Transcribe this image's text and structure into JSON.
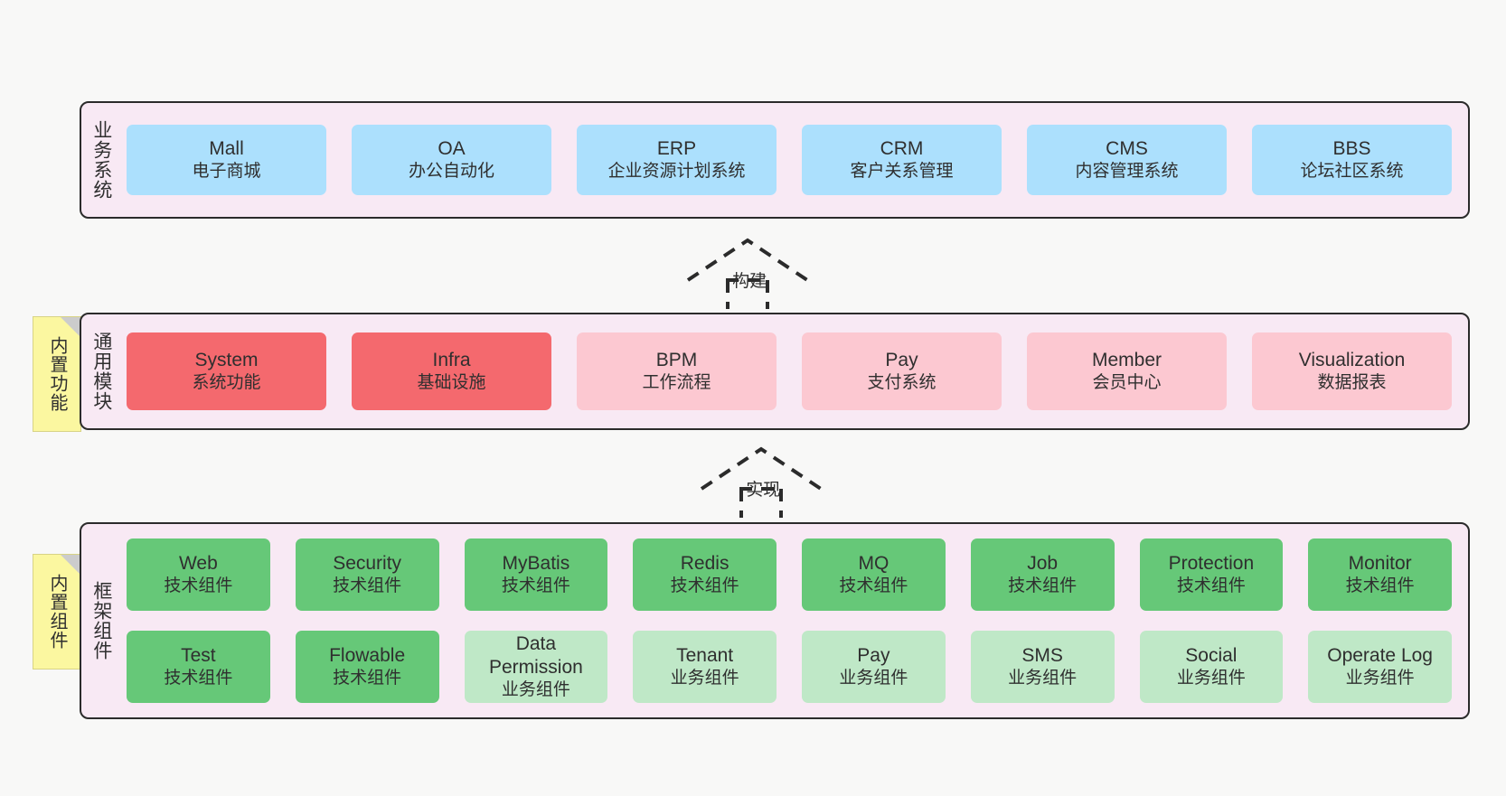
{
  "diagram": {
    "background_color": "#f8f8f7",
    "panel_color": "#f8e9f4",
    "panel_border_color": "#2b2b2b",
    "note_color": "#fbf7a0"
  },
  "layers": [
    {
      "id": "business-systems",
      "title": "业务系统",
      "note": null,
      "rows": [
        {
          "style": "blue",
          "color": "#ace0fd",
          "cards": [
            {
              "en": "Mall",
              "cn": "电子商城"
            },
            {
              "en": "OA",
              "cn": "办公自动化"
            },
            {
              "en": "ERP",
              "cn": "企业资源计划系统"
            },
            {
              "en": "CRM",
              "cn": "客户关系管理"
            },
            {
              "en": "CMS",
              "cn": "内容管理系统"
            },
            {
              "en": "BBS",
              "cn": "论坛社区系统"
            }
          ]
        }
      ]
    },
    {
      "id": "common-modules",
      "title": "通用模块",
      "note": "内置功能",
      "rows": [
        {
          "style": "mixed",
          "cards": [
            {
              "en": "System",
              "cn": "系统功能",
              "style": "red",
              "color": "#f4696e"
            },
            {
              "en": "Infra",
              "cn": "基础设施",
              "style": "red",
              "color": "#f4696e"
            },
            {
              "en": "BPM",
              "cn": "工作流程",
              "style": "pink",
              "color": "#fcc8d1"
            },
            {
              "en": "Pay",
              "cn": "支付系统",
              "style": "pink",
              "color": "#fcc8d1"
            },
            {
              "en": "Member",
              "cn": "会员中心",
              "style": "pink",
              "color": "#fcc8d1"
            },
            {
              "en": "Visualization",
              "cn": "数据报表",
              "style": "pink",
              "color": "#fcc8d1"
            }
          ]
        }
      ]
    },
    {
      "id": "framework-components",
      "title": "框架组件",
      "note": "内置组件",
      "rows": [
        {
          "style": "green",
          "color": "#66c878",
          "cards": [
            {
              "en": "Web",
              "cn": "技术组件"
            },
            {
              "en": "Security",
              "cn": "技术组件"
            },
            {
              "en": "MyBatis",
              "cn": "技术组件"
            },
            {
              "en": "Redis",
              "cn": "技术组件"
            },
            {
              "en": "MQ",
              "cn": "技术组件"
            },
            {
              "en": "Job",
              "cn": "技术组件"
            },
            {
              "en": "Protection",
              "cn": "技术组件"
            },
            {
              "en": "Monitor",
              "cn": "技术组件"
            }
          ]
        },
        {
          "style": "mixed",
          "cards": [
            {
              "en": "Test",
              "cn": "技术组件",
              "style": "green",
              "color": "#66c878"
            },
            {
              "en": "Flowable",
              "cn": "技术组件",
              "style": "green",
              "color": "#66c878"
            },
            {
              "en": "Data Permission",
              "cn": "业务组件",
              "style": "mint",
              "color": "#bfe8c7"
            },
            {
              "en": "Tenant",
              "cn": "业务组件",
              "style": "mint",
              "color": "#bfe8c7"
            },
            {
              "en": "Pay",
              "cn": "业务组件",
              "style": "mint",
              "color": "#bfe8c7"
            },
            {
              "en": "SMS",
              "cn": "业务组件",
              "style": "mint",
              "color": "#bfe8c7"
            },
            {
              "en": "Social",
              "cn": "业务组件",
              "style": "mint",
              "color": "#bfe8c7"
            },
            {
              "en": "Operate Log",
              "cn": "业务组件",
              "style": "mint",
              "color": "#bfe8c7"
            }
          ]
        }
      ]
    }
  ],
  "connectors": [
    {
      "id": "build",
      "label": "构建",
      "from": "common-modules",
      "to": "business-systems"
    },
    {
      "id": "implement",
      "label": "实现",
      "from": "framework-components",
      "to": "common-modules"
    }
  ]
}
